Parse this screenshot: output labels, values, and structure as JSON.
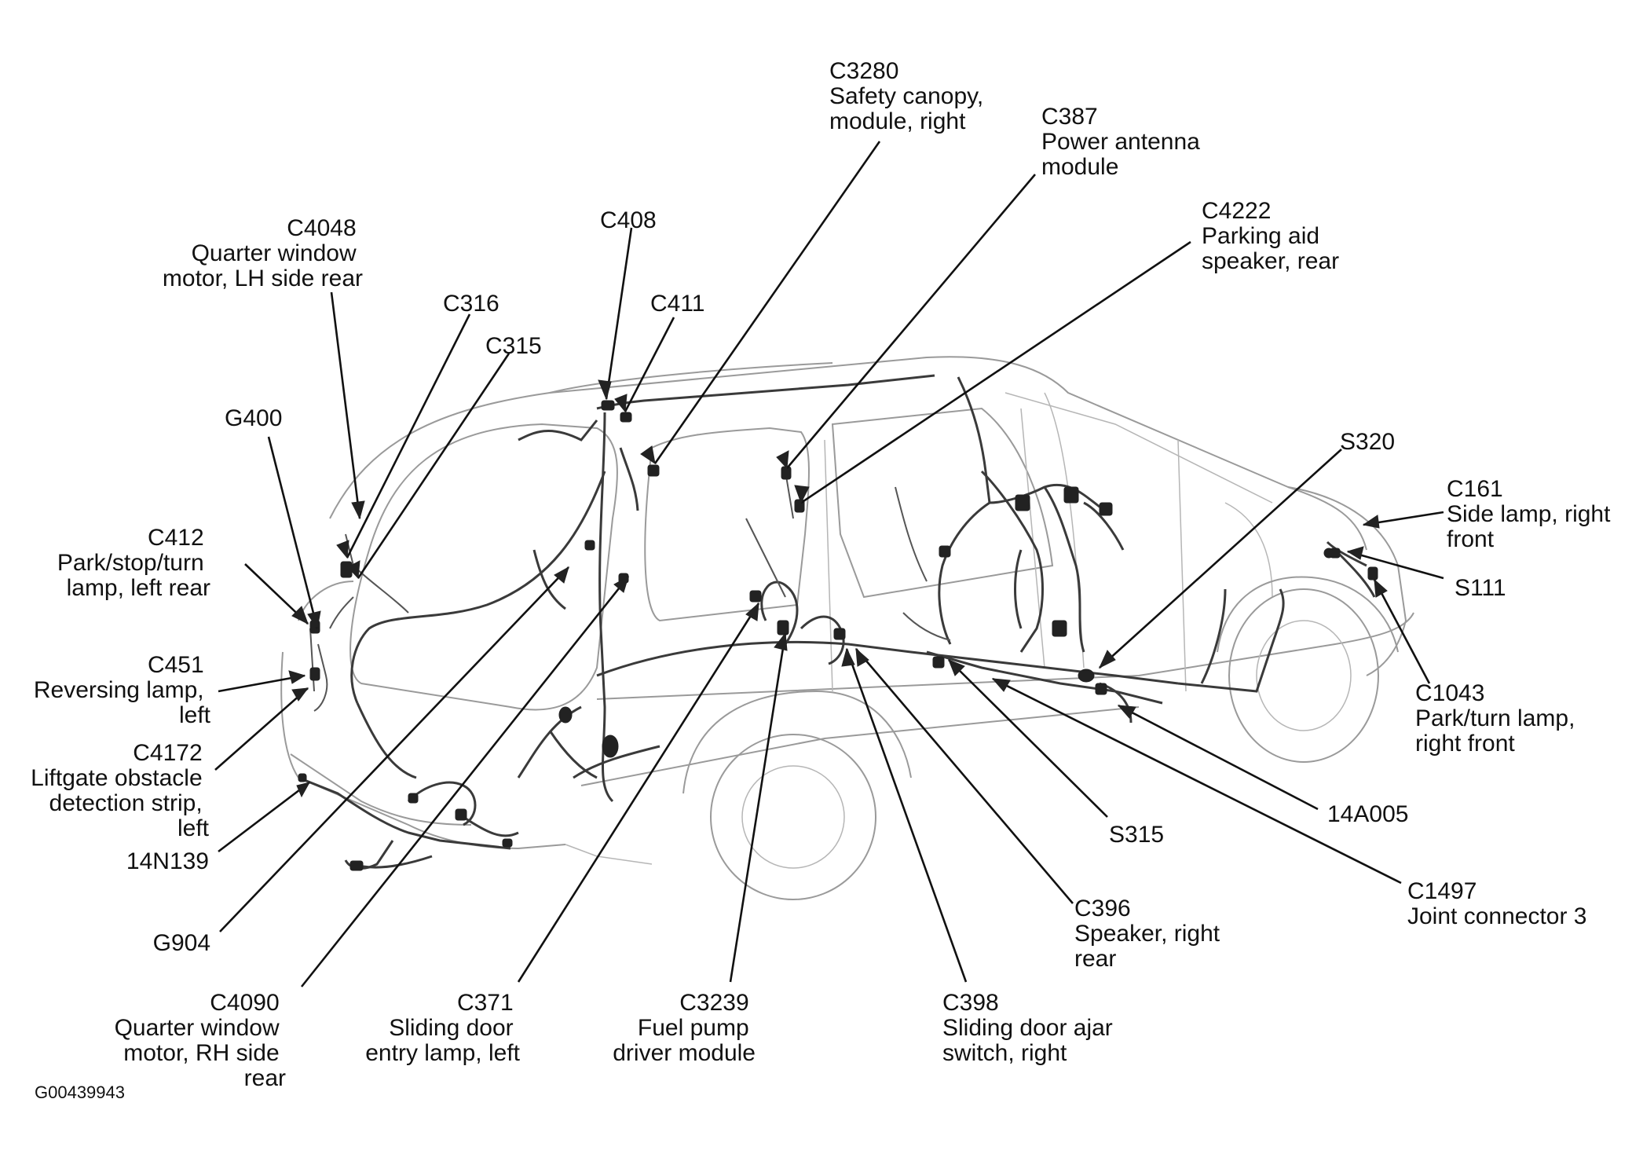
{
  "figure_id": "G00439943",
  "callouts": [
    {
      "id": "C3280",
      "lines": [
        "C3280",
        "Safety canopy,",
        "module, right"
      ]
    },
    {
      "id": "C387",
      "lines": [
        "C387",
        "Power antenna",
        "module"
      ]
    },
    {
      "id": "C4222",
      "lines": [
        "C4222",
        "Parking aid",
        "speaker, rear"
      ]
    },
    {
      "id": "C408",
      "lines": [
        "C408"
      ]
    },
    {
      "id": "C4048",
      "lines": [
        "C4048",
        "Quarter window",
        "motor, LH side rear"
      ]
    },
    {
      "id": "C316",
      "lines": [
        "C316"
      ]
    },
    {
      "id": "C411",
      "lines": [
        "C411"
      ]
    },
    {
      "id": "C315",
      "lines": [
        "C315"
      ]
    },
    {
      "id": "G400",
      "lines": [
        "G400"
      ]
    },
    {
      "id": "S320",
      "lines": [
        "S320"
      ]
    },
    {
      "id": "C161",
      "lines": [
        "C161",
        "Side lamp, right",
        "front"
      ]
    },
    {
      "id": "S111",
      "lines": [
        "S111"
      ]
    },
    {
      "id": "C412",
      "lines": [
        "C412",
        "Park/stop/turn",
        "lamp, left rear"
      ]
    },
    {
      "id": "C1043",
      "lines": [
        "C1043",
        "Park/turn lamp,",
        "right front"
      ]
    },
    {
      "id": "C451",
      "lines": [
        "C451",
        "Reversing lamp,",
        "left"
      ]
    },
    {
      "id": "C4172",
      "lines": [
        "C4172",
        "Liftgate obstacle",
        "detection strip,",
        "left"
      ]
    },
    {
      "id": "14A005",
      "lines": [
        "14A005"
      ]
    },
    {
      "id": "S315",
      "lines": [
        "S315"
      ]
    },
    {
      "id": "14N139",
      "lines": [
        "14N139"
      ]
    },
    {
      "id": "C1497",
      "lines": [
        "C1497",
        "Joint connector 3"
      ]
    },
    {
      "id": "C396",
      "lines": [
        "C396",
        "Speaker, right",
        "rear"
      ]
    },
    {
      "id": "G904",
      "lines": [
        "G904"
      ]
    },
    {
      "id": "C4090",
      "lines": [
        "C4090",
        "Quarter window",
        "motor, RH side",
        "rear"
      ]
    },
    {
      "id": "C371",
      "lines": [
        "C371",
        "Sliding door",
        "entry lamp, left"
      ]
    },
    {
      "id": "C3239",
      "lines": [
        "C3239",
        "Fuel pump",
        "driver module"
      ]
    },
    {
      "id": "C398",
      "lines": [
        "C398",
        "Sliding door ajar",
        "switch, right"
      ]
    }
  ]
}
